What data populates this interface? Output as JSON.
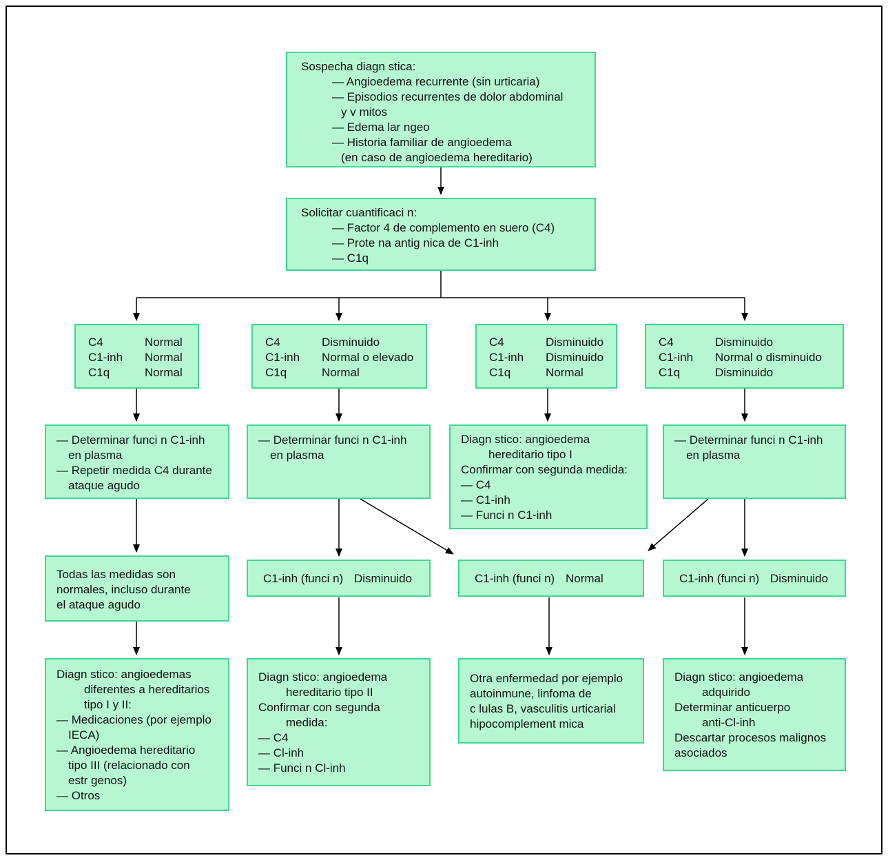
{
  "colors": {
    "box_fill": "#b6f7d1",
    "box_border": "#3cd993",
    "connector": "#000000",
    "frame": "#000000"
  },
  "boxes": {
    "sospecha": {
      "lines": [
        "Sospecha diagn stica:",
        "— Angioedema recurrente (sin urticaria)",
        "— Episodios recurrentes de dolor abdominal",
        "y v mitos",
        "— Edema lar ngeo",
        "— Historia familiar de angioedema",
        "(en caso de angioedema hereditario)"
      ]
    },
    "solicitar": {
      "lines": [
        "Solicitar cuantificaci n:",
        "— Factor 4 de complemento en suero (C4)",
        "— Prote na antig nica de C1-inh",
        "— C1q"
      ]
    },
    "panel1": {
      "rows": [
        {
          "label": "C4",
          "value": "Normal"
        },
        {
          "label": "C1-inh",
          "value": "Normal"
        },
        {
          "label": "C1q",
          "value": "Normal"
        }
      ]
    },
    "panel2": {
      "rows": [
        {
          "label": "C4",
          "value": "Disminuido"
        },
        {
          "label": "C1-inh",
          "value": "Normal o elevado"
        },
        {
          "label": "C1q",
          "value": "Normal"
        }
      ]
    },
    "panel3": {
      "rows": [
        {
          "label": "C4",
          "value": "Disminuido"
        },
        {
          "label": "C1-inh",
          "value": "Disminuido"
        },
        {
          "label": "C1q",
          "value": "Normal"
        }
      ]
    },
    "panel4": {
      "rows": [
        {
          "label": "C4",
          "value": "Disminuido"
        },
        {
          "label": "C1-inh",
          "value": "Normal o disminuido"
        },
        {
          "label": "C1q",
          "value": "Disminuido"
        }
      ]
    },
    "det1": {
      "lines": [
        "— Determinar funci n C1-inh",
        "en plasma",
        "— Repetir medida C4 durante",
        "ataque agudo"
      ]
    },
    "det2": {
      "lines": [
        "— Determinar funci n C1-inh",
        "en plasma"
      ]
    },
    "diag_tipo1": {
      "lines": [
        "Diagn stico: angioedema",
        "hereditario tipo I",
        "Confirmar con segunda medida:",
        "— C4",
        "— C1-inh",
        "— Funci n C1-inh"
      ]
    },
    "det4": {
      "lines": [
        "— Determinar funci n C1-inh",
        "en plasma"
      ]
    },
    "todas_normales": {
      "lines": [
        "Todas las medidas son",
        "normales, incluso durante",
        "el ataque agudo"
      ]
    },
    "func2": {
      "label": "C1-inh (funci n)",
      "value": "Disminuido"
    },
    "func3": {
      "label": "C1-inh (funci n)",
      "value": "Normal"
    },
    "func4": {
      "label": "C1-inh (funci n)",
      "value": "Disminuido"
    },
    "diag_otros": {
      "lines": [
        "Diagn stico: angioedemas",
        "diferentes a hereditarios",
        "tipo I y II:",
        "— Medicaciones (por ejemplo",
        "IECA)",
        "— Angioedema hereditario",
        "tipo III (relacionado con",
        "estr genos)",
        "— Otros"
      ]
    },
    "diag_tipo2": {
      "lines": [
        "Diagn stico: angioedema",
        "hereditario tipo II",
        "Confirmar con segunda",
        "medida:",
        "— C4",
        "— Cl-inh",
        "— Funci n Cl-inh"
      ]
    },
    "otra_enfermedad": {
      "lines": [
        "Otra enfermedad por ejemplo",
        "autoinmune, linfoma de",
        "c lulas B, vasculitis urticarial",
        "hipocomplement mica"
      ]
    },
    "diag_adquirido": {
      "lines": [
        "Diagn stico: angioedema",
        "adquirido",
        "Determinar anticuerpo",
        "anti-Cl-inh",
        "Descartar procesos malignos",
        "asociados"
      ]
    }
  }
}
